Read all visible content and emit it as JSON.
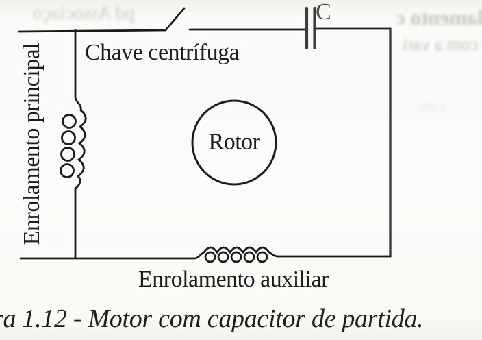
{
  "figure": {
    "type": "scanned-circuit-diagram",
    "caption": "ra 1.12 - Motor com capacitor de partida.",
    "labels": {
      "main_winding": "Enrolamento principal",
      "centrifugal_switch": "Chave centrífuga",
      "rotor": "Rotor",
      "capacitor": "C",
      "auxiliary_winding": "Enrolamento auxiliar"
    },
    "symbols": [
      "main-winding-coil",
      "centrifugal-switch-contact",
      "start-capacitor-plates",
      "rotor-circle",
      "auxiliary-winding-coil"
    ],
    "colors": {
      "ink": "#1a1a1a",
      "paper": "#fcfbf9",
      "capacitor_gray": "#3e3e3e",
      "ghost_text": "#a39d95"
    },
    "artifacts": {
      "bleed_top_left": "pd Associaço",
      "bleed_top_right_line1": "nrolamento c",
      "bleed_top_right_line2": "ue com a vari",
      "bleed_mid_right": "s ov"
    }
  }
}
